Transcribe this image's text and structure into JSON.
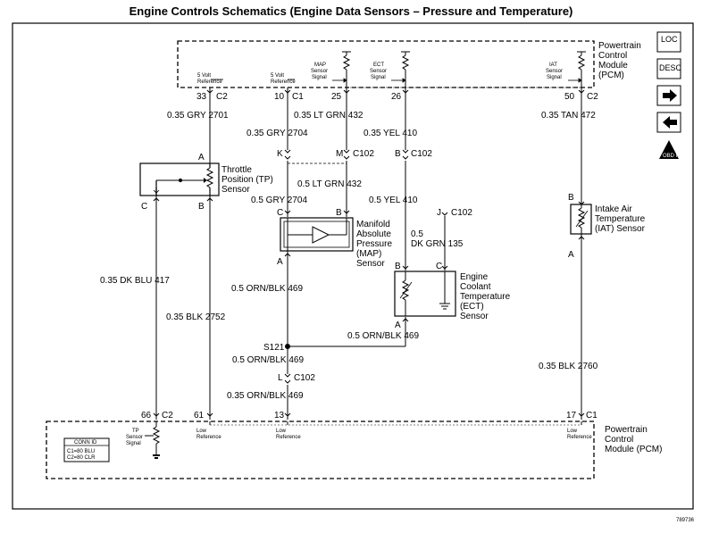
{
  "title": "Engine Controls Schematics (Engine Data Sensors – Pressure and Temperature)",
  "figure_id": "789736",
  "pcm_top": {
    "line1": "Powertrain",
    "line2": "Control",
    "line3": "Module",
    "line4": "(PCM)"
  },
  "pcm_bottom": {
    "line1": "Powertrain",
    "line2": "Control",
    "line3": "Module (PCM)"
  },
  "top_labels": {
    "five_volt_a1": "5 Volt",
    "five_volt_a2": "Reference",
    "five_volt_b1": "5 Volt",
    "five_volt_b2": "Reference",
    "map_sig1": "MAP",
    "map_sig2": "Sensor",
    "map_sig3": "Signal",
    "ect_sig1": "ECT",
    "ect_sig2": "Sensor",
    "ect_sig3": "Signal",
    "iat_sig1": "IAT",
    "iat_sig2": "Sensor",
    "iat_sig3": "Signal"
  },
  "top_pins": {
    "p33": "33",
    "c2_a": "C2",
    "p10": "10",
    "c1_a": "C1",
    "p25": "25",
    "p26": "26",
    "p50": "50",
    "c2_b": "C2"
  },
  "wires": {
    "w2701": "0.35 GRY  2701",
    "w2704": "0.35 GRY  2704",
    "w432": "0.35 LT GRN  432",
    "w410": "0.35 YEL  410",
    "w472": "0.35 TAN  472",
    "w432b": "0.5 LT GRN  432",
    "w2704b": "0.5 GRY  2704",
    "w410b": "0.5 YEL  410",
    "w135a": "0.5",
    "w135b": "DK GRN     135",
    "w417": "0.35 DK BLU  417",
    "w2752": "0.35 BLK  2752",
    "w469a": "0.5 ORN/BLK  469",
    "w469b": "0.5 ORN/BLK  469",
    "w469c": "0.5 ORN/BLK  469",
    "w469d": "0.35 ORN/BLK  469",
    "w2760": "0.35 BLK  2760"
  },
  "connectors": {
    "K": "K",
    "M": "M",
    "c102_m": "C102",
    "B_ect": "B",
    "c102_b": "C102",
    "J": "J",
    "c102_j": "C102",
    "tp_A": "A",
    "tp_B": "B",
    "tp_C": "C",
    "map_C": "C",
    "map_B": "B",
    "map_A": "A",
    "ect_B": "B",
    "ect_C": "C",
    "ect_A": "A",
    "iat_B": "B",
    "iat_A": "A",
    "splice": "S121",
    "L": "L",
    "c102_l": "C102"
  },
  "components": {
    "tp1": "Throttle",
    "tp2": "Position (TP)",
    "tp3": "Sensor",
    "map1": "Manifold",
    "map2": "Absolute",
    "map3": "Pressure",
    "map4": "(MAP)",
    "map5": "Sensor",
    "ect1": "Engine",
    "ect2": "Coolant",
    "ect3": "Temperature",
    "ect4": "(ECT)",
    "ect5": "Sensor",
    "iat1": "Intake Air",
    "iat2": "Temperature",
    "iat3": "(IAT) Sensor"
  },
  "bottom_pins": {
    "p66": "66",
    "c2_c": "C2",
    "p61": "61",
    "p13": "13",
    "p17": "17",
    "c1_b": "C1"
  },
  "bottom_labels": {
    "tp_sig1": "TP",
    "tp_sig2": "Sensor",
    "tp_sig3": "Signal",
    "low1a": "Low",
    "low1b": "Reference",
    "low2a": "Low",
    "low2b": "Reference",
    "low3a": "Low",
    "low3b": "Reference"
  },
  "conn_id": {
    "header": "CONN ID",
    "c1": "C1=80 BLU",
    "c2": "C2=80 CLR"
  },
  "nav": {
    "loc": "LOC",
    "desc": "DESC",
    "cell": "OBD II"
  }
}
